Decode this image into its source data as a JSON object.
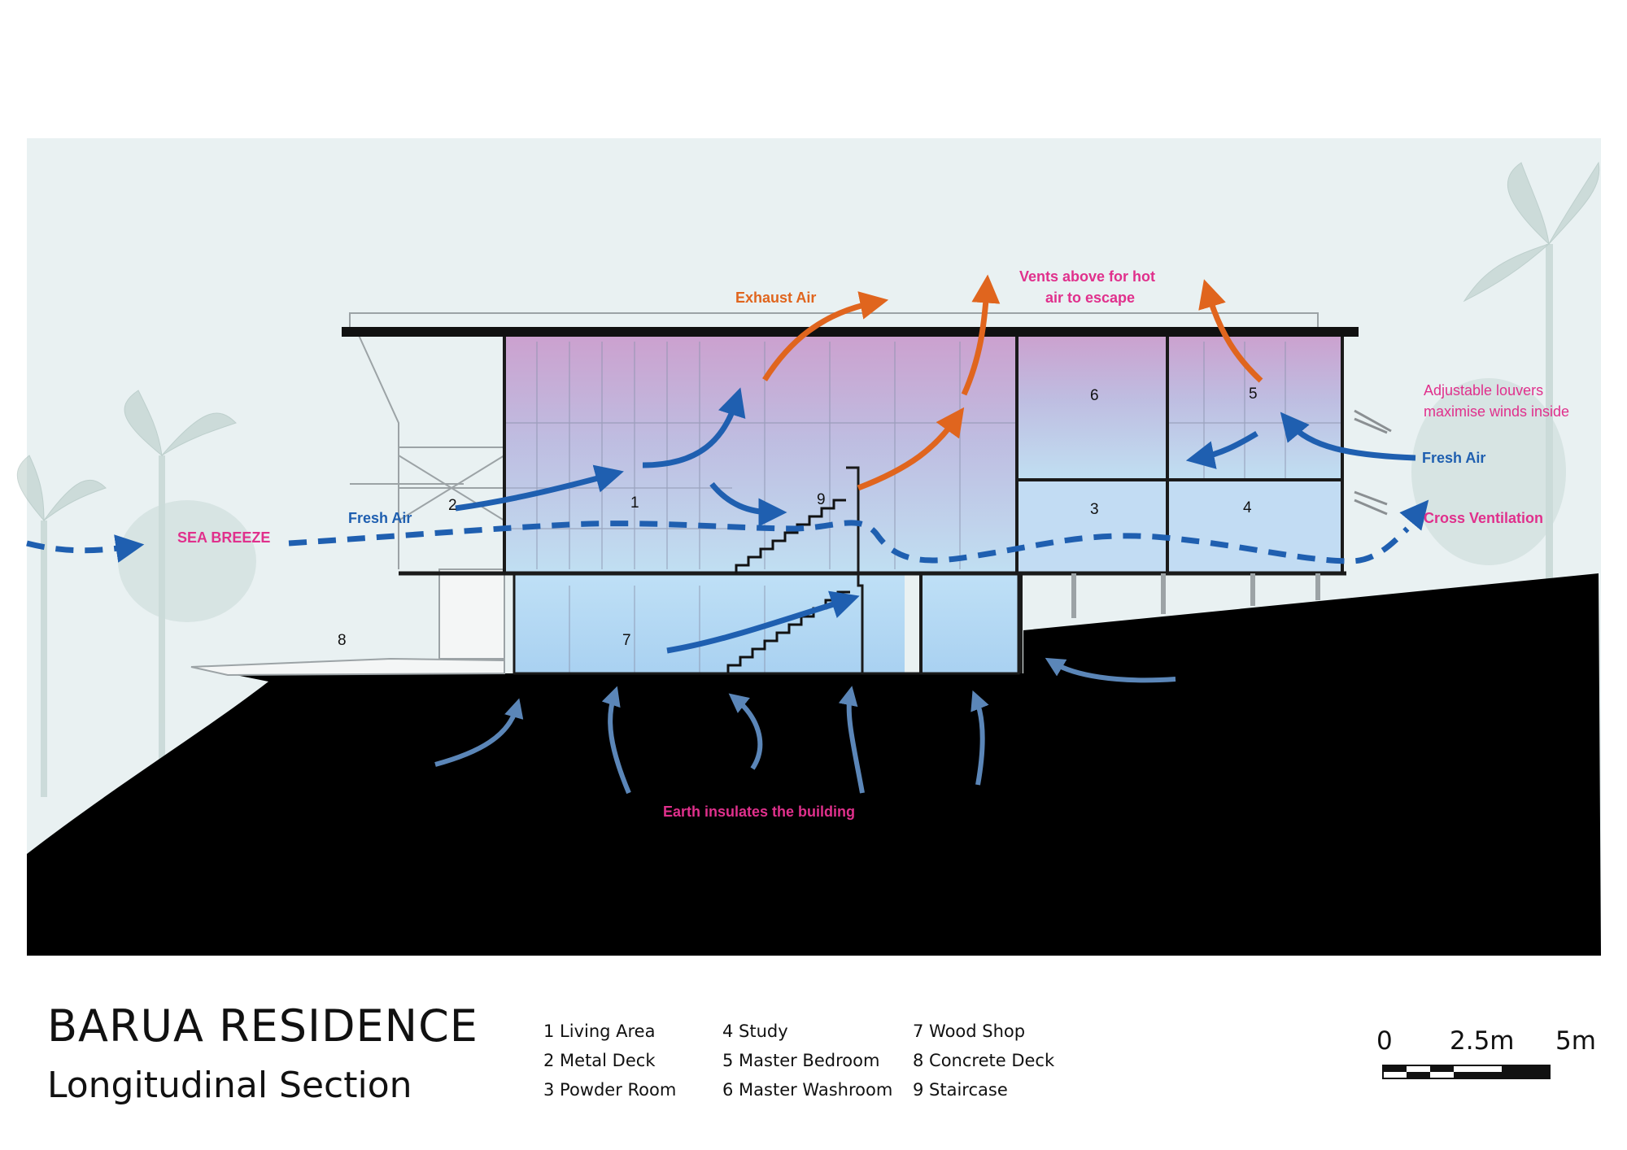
{
  "title": "BARUA RESIDENCE",
  "subtitle": "Longitudinal Section",
  "legend": {
    "col1": [
      "1 Living Area",
      "2 Metal Deck",
      "3 Powder Room"
    ],
    "col2": [
      "4 Study",
      "5 Master Bedroom",
      "6 Master Washroom"
    ],
    "col3": [
      "7 Wood Shop",
      "8 Concrete Deck",
      "9 Staircase"
    ]
  },
  "annotations": {
    "exhaust_air": "Exhaust Air",
    "vents_line1": "Vents above for hot",
    "vents_line2": "air to escape",
    "louvers_line1": "Adjustable louvers",
    "louvers_line2": "maximise winds inside",
    "fresh_air_right": "Fresh Air",
    "cross_ventilation": "Cross Ventilation",
    "sea_breeze": "SEA BREEZE",
    "fresh_air_left": "Fresh Air",
    "earth": "Earth insulates the building"
  },
  "room_numbers": {
    "n1": "1",
    "n2": "2",
    "n3": "3",
    "n4": "4",
    "n5": "5",
    "n6": "6",
    "n7": "7",
    "n8": "8",
    "n9": "9"
  },
  "scale": {
    "zero": "0",
    "mid": "2.5m",
    "end": "5m"
  },
  "colors": {
    "sky": "#e9f1f2",
    "ground": "#000000",
    "fresh_air_blue": "#1f5fb0",
    "exhaust_orange": "#e0651e",
    "annotation_magenta": "#e0308c",
    "earth_arrow": "#5b86b8"
  }
}
